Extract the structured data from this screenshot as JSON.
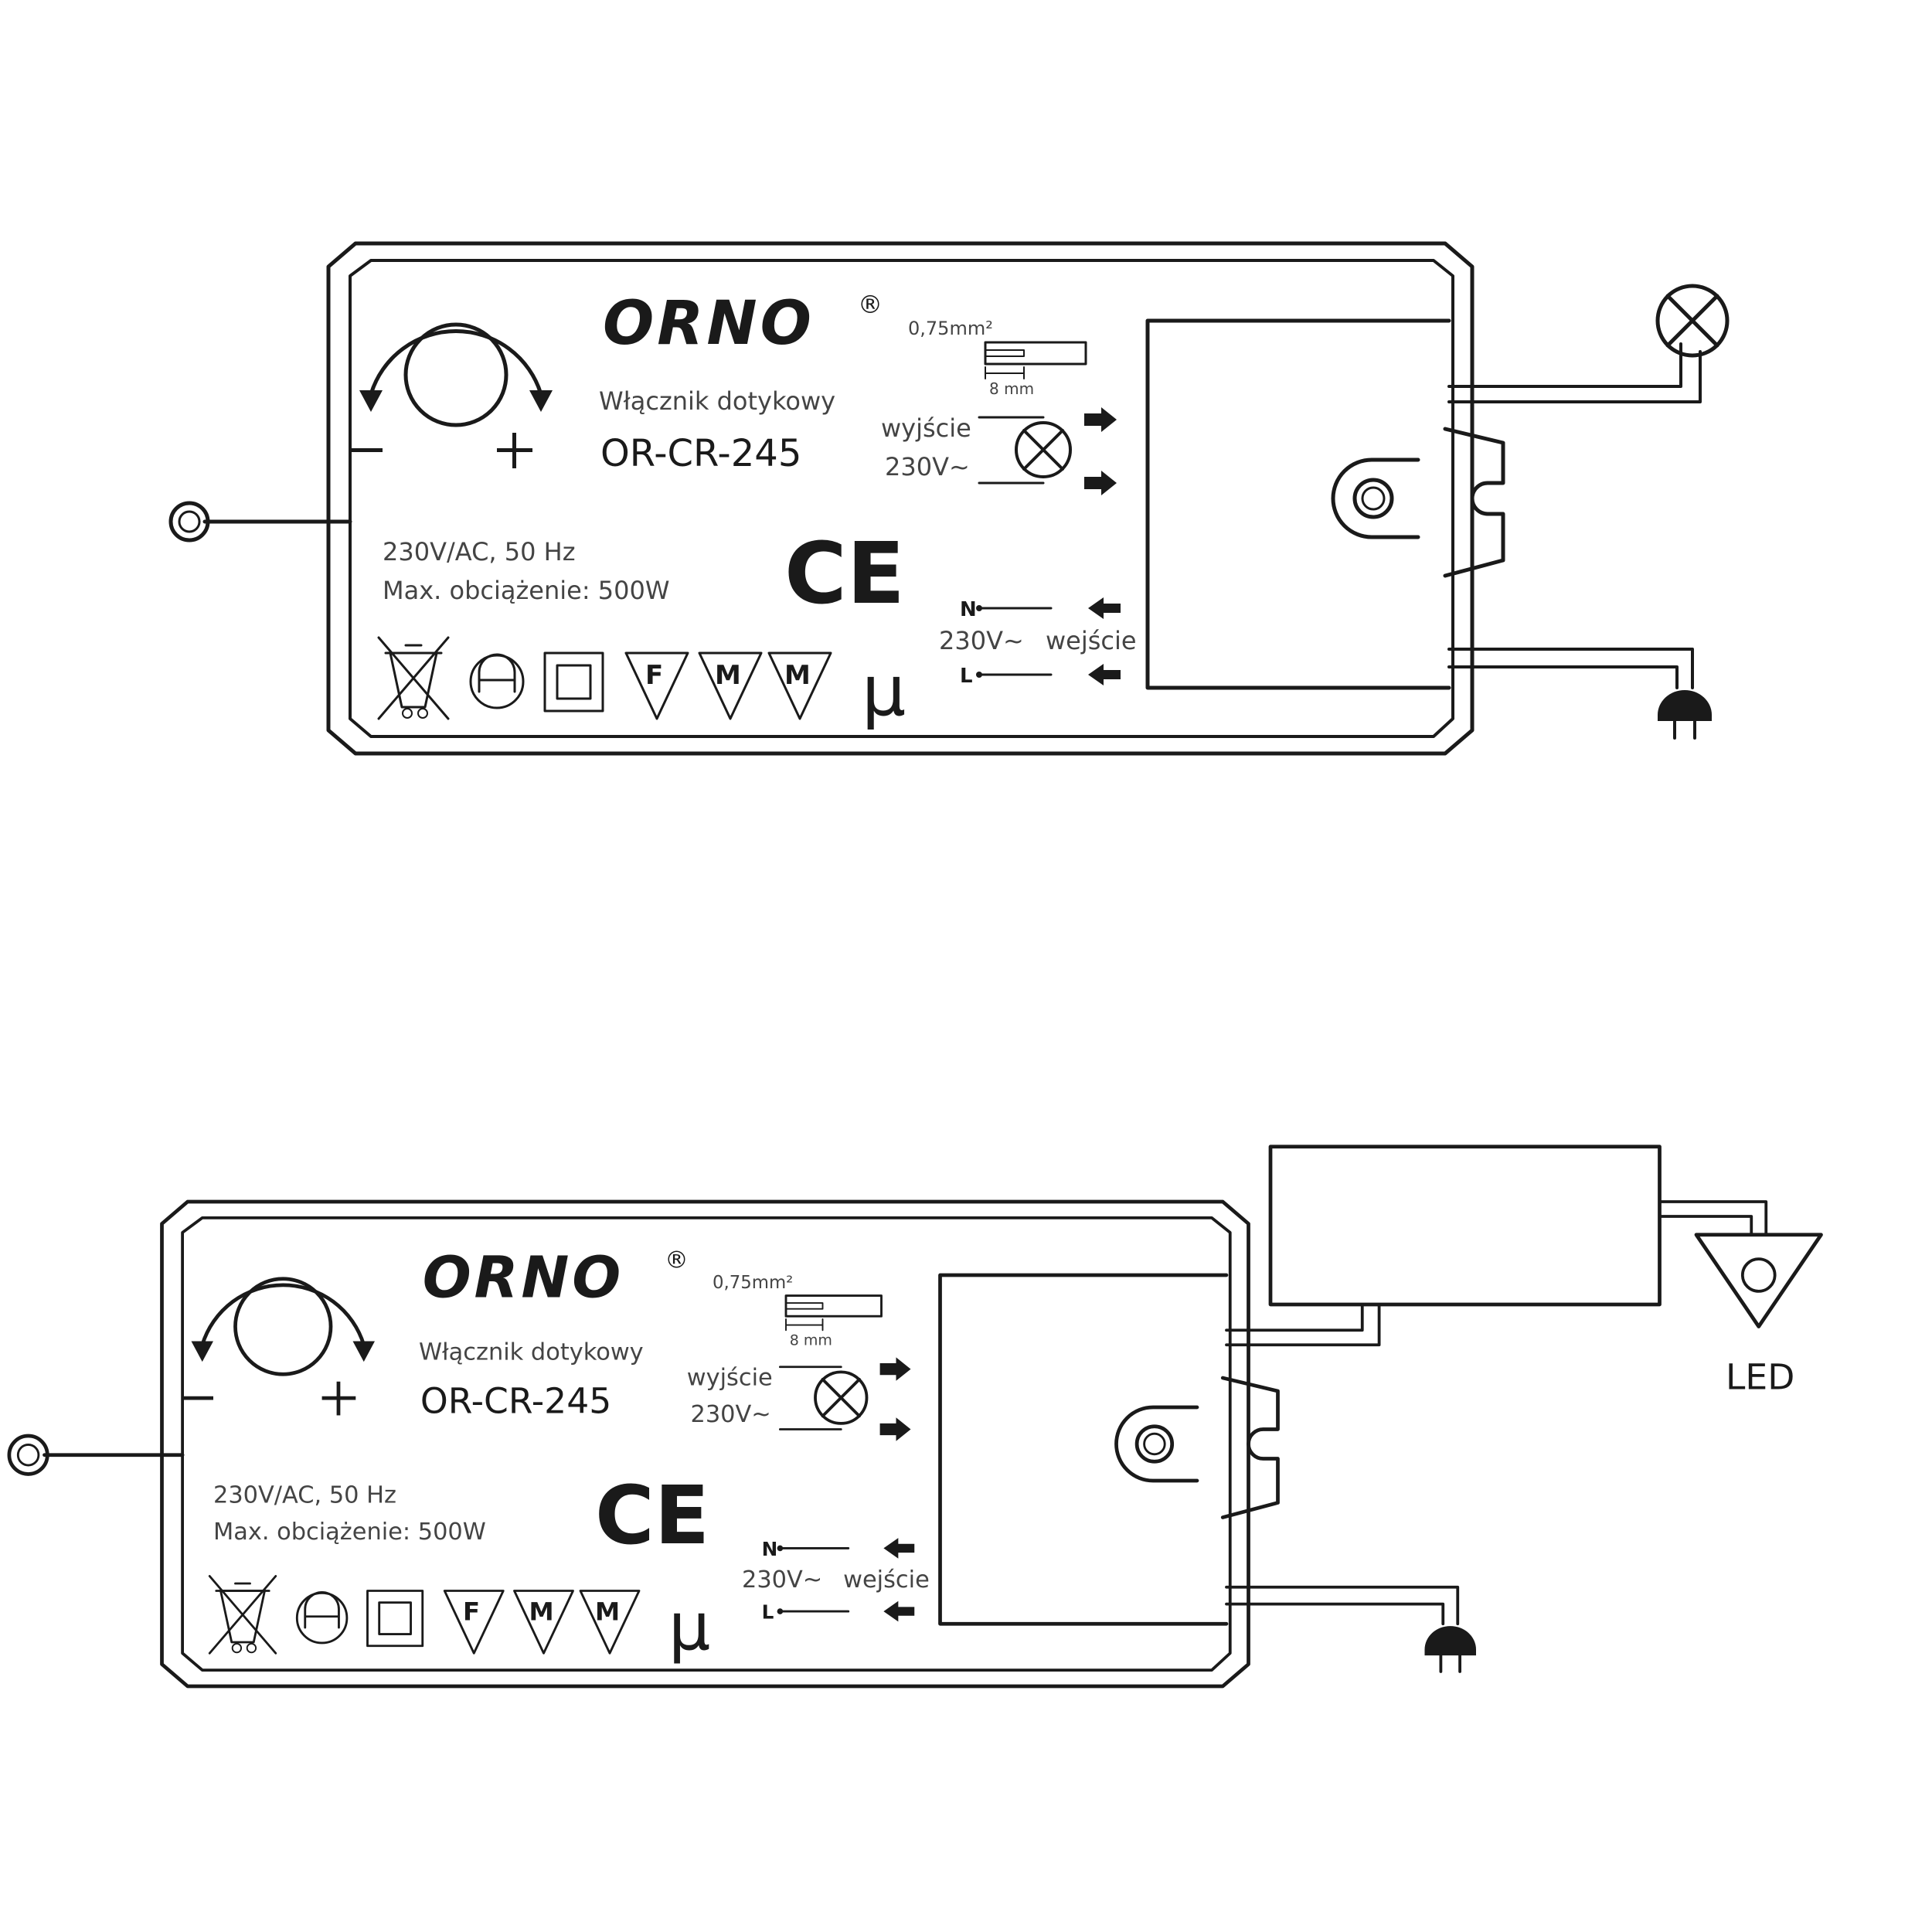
{
  "device": {
    "brand": "ORNO",
    "registered_mark": "®",
    "product_type": "Włącznik dotykowy",
    "model": "OR-CR-245",
    "supply": "230V/AC, 50 Hz",
    "max_load": "Max. obciążenie: 500W",
    "dial_minus": "–",
    "dial_plus": "+",
    "ce_mark": "CE",
    "wire_section": "0,75mm²",
    "strip_length": "8 mm",
    "output_label": "wyjście",
    "output_voltage": "230V~",
    "input_label": "wejście",
    "input_voltage": "230V~",
    "neutral": "N",
    "line": "L",
    "cert_F": "F",
    "cert_M": "M",
    "mu_symbol": "μ"
  },
  "diagram_bottom": {
    "led_label": "LED"
  }
}
